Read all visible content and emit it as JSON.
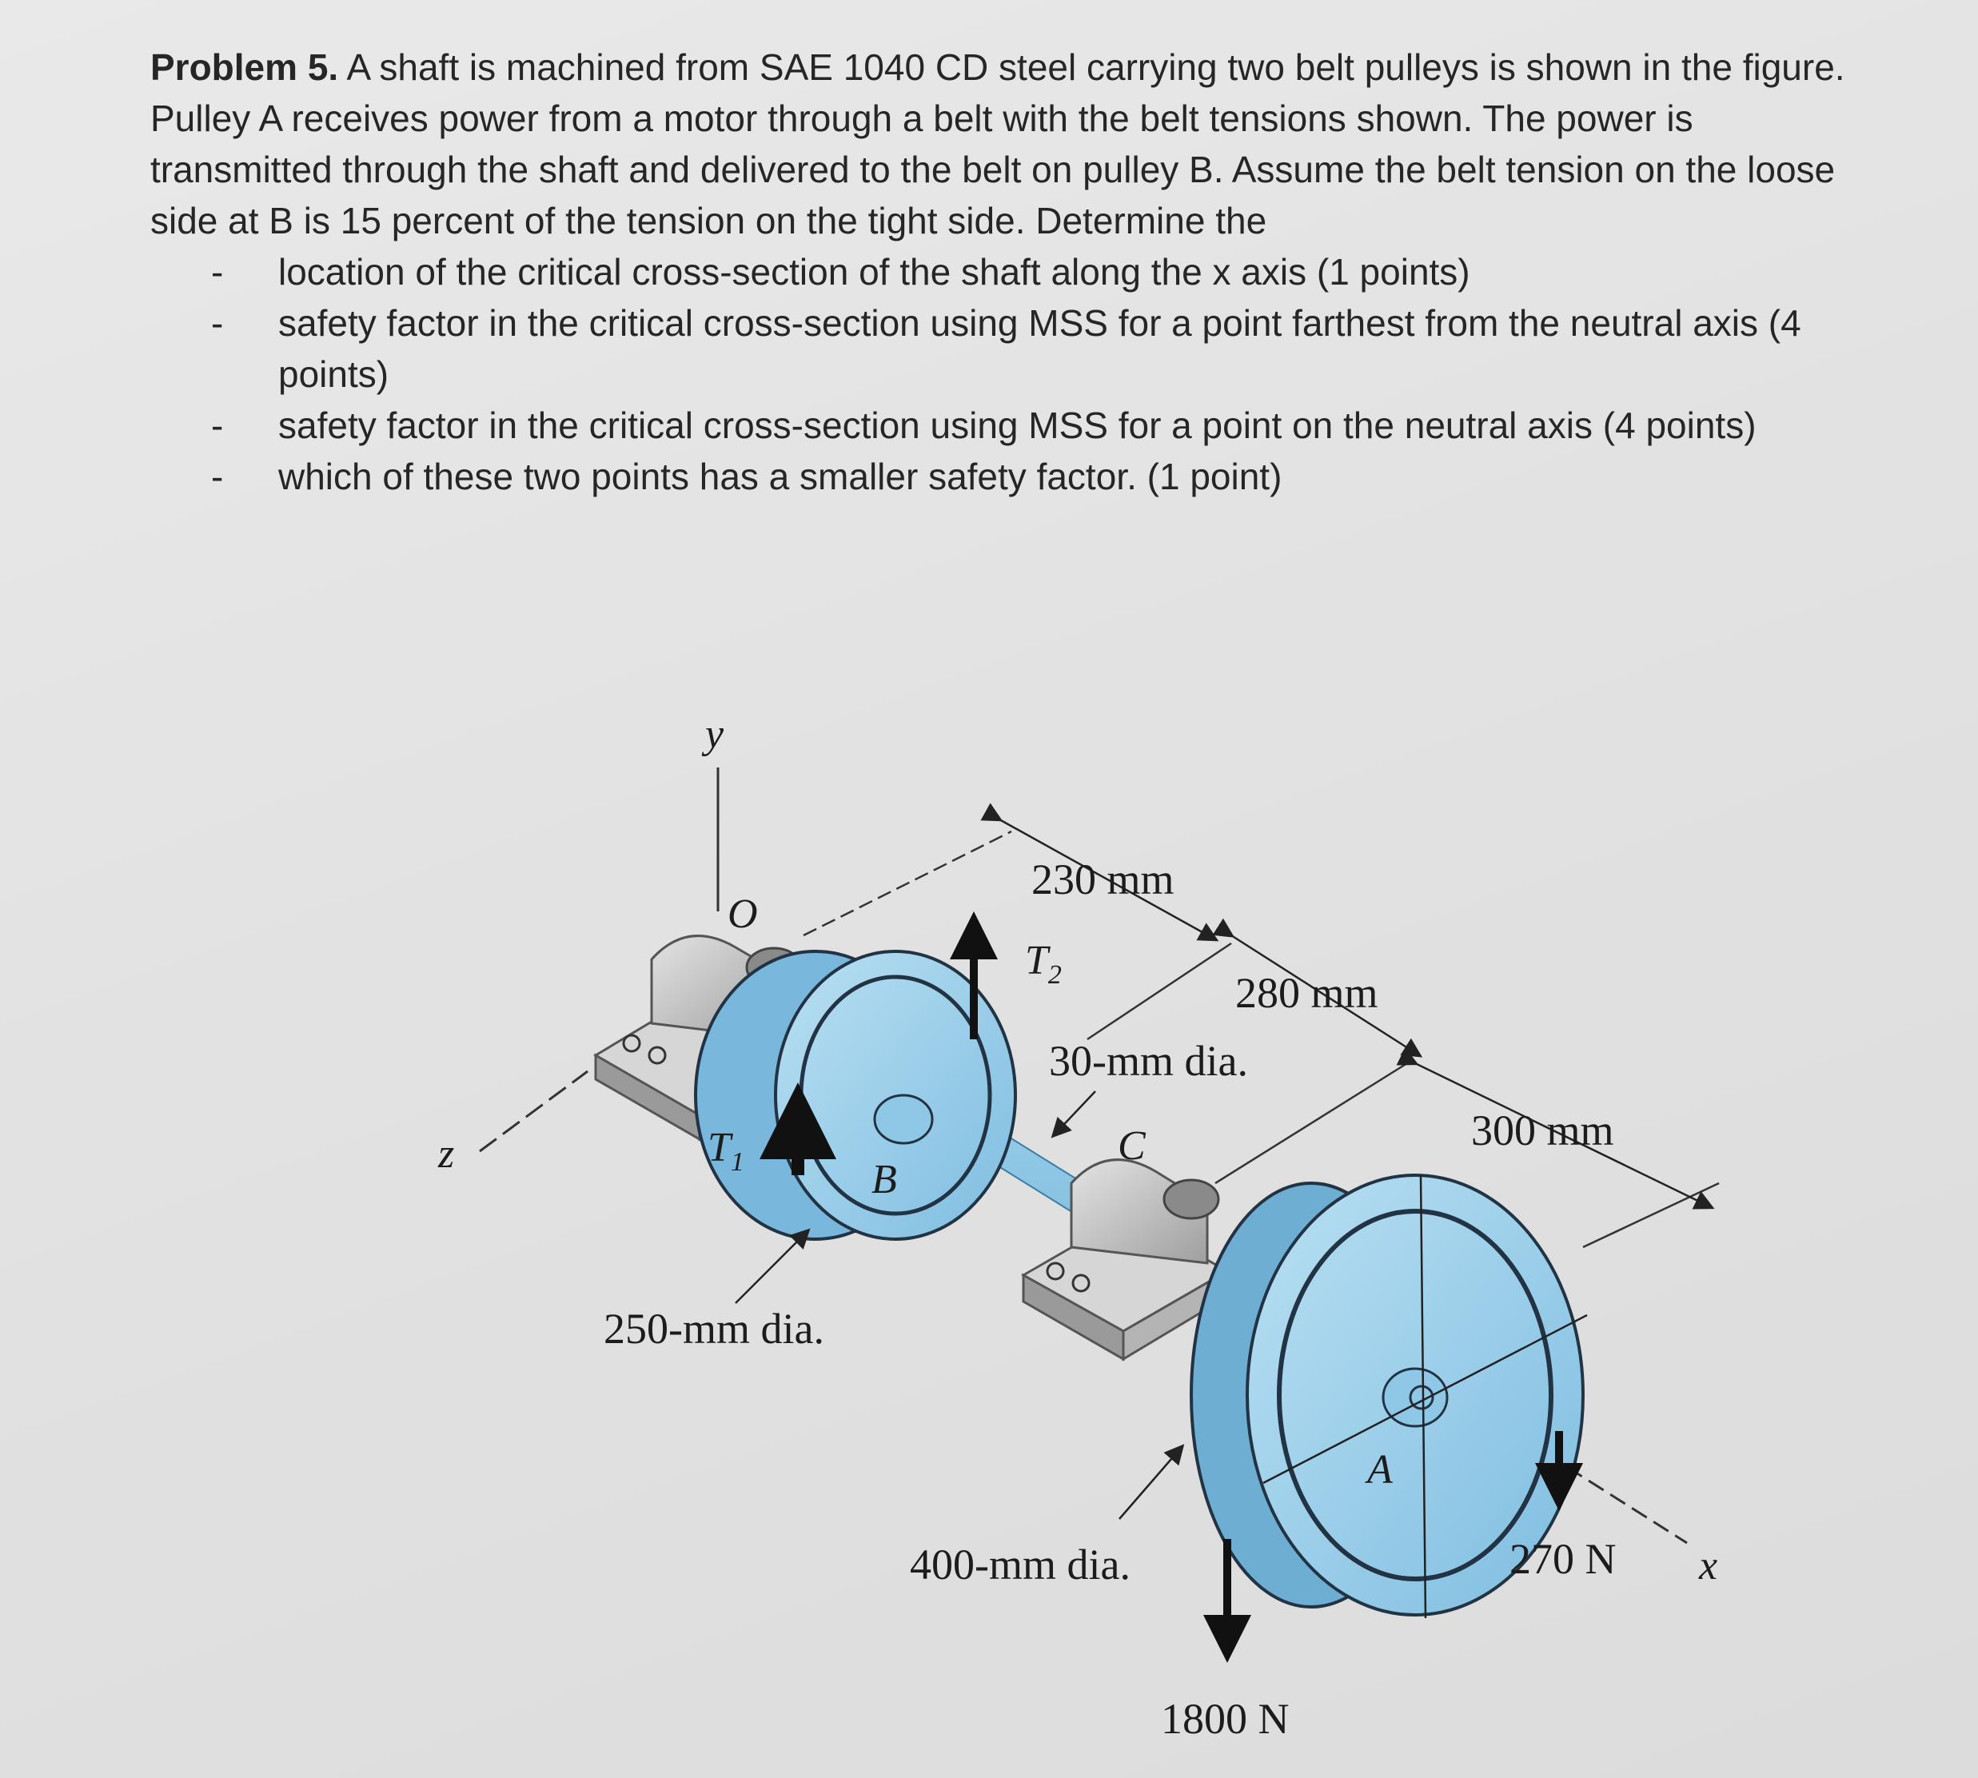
{
  "problem": {
    "label": "Problem 5.",
    "statement": " A shaft is machined from SAE 1040 CD steel carrying two belt pulleys is shown in the figure. Pulley A receives power from a motor through a belt with the belt tensions shown. The power is transmitted through the shaft and delivered to the belt on pulley B. Assume the belt tension on the loose side at B is 15 percent of the tension on the tight side. Determine the",
    "tasks": [
      {
        "bullet": "-",
        "text": "location of the critical cross-section of the shaft along the x axis (1 points)"
      },
      {
        "bullet": "-",
        "text": "safety factor in the critical cross-section using MSS for a point farthest from the neutral axis (4 points)"
      },
      {
        "bullet": "-",
        "text": "safety factor in the critical cross-section using MSS for a point on the neutral axis (4 points)"
      },
      {
        "bullet": "-",
        "text": "which of these two points has a smaller safety factor. (1 point)"
      }
    ]
  },
  "figure": {
    "axes": {
      "y": "y",
      "z": "z",
      "x": "x",
      "origin": "O"
    },
    "points": {
      "b": "B",
      "c": "C",
      "a": "A"
    },
    "tensions": {
      "t1": "T",
      "t1_sub": "1",
      "t2": "T",
      "t2_sub": "2"
    },
    "dimensions": {
      "d230": "230 mm",
      "d280": "280 mm",
      "d300": "300 mm",
      "shaft": "30-mm dia.",
      "pulley_b": "250-mm dia.",
      "pulley_a": "400-mm dia."
    },
    "forces": {
      "down_left": "1800 N",
      "down_right": "270 N"
    },
    "colors": {
      "pulley": "#9ccfe9",
      "pulley_dark": "#6eb0d3",
      "bearing": "#c8c8c8",
      "shaft": "#7fc0e0"
    }
  }
}
